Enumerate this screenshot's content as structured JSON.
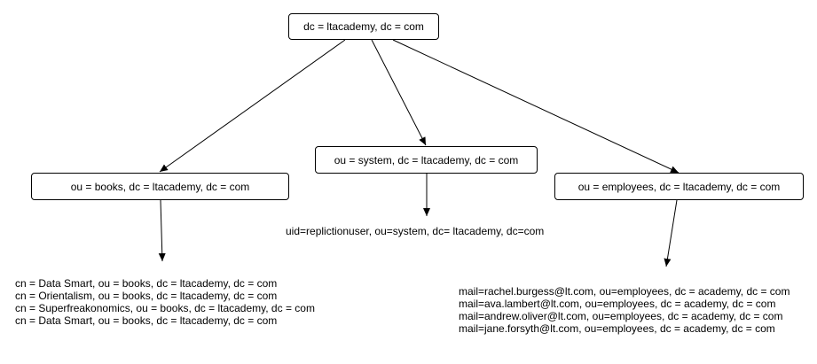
{
  "nodes": {
    "root": "dc = ltacademy, dc = com",
    "books": "ou = books, dc = ltacademy, dc = com",
    "system": "ou = system, dc = ltacademy, dc = com",
    "employees": "ou = employees, dc = ltacademy, dc = com"
  },
  "system_entry": "uid=replictionuser, ou=system, dc= ltacademy, dc=com",
  "book_entries": [
    "cn = Data Smart, ou = books, dc = ltacademy, dc = com",
    "cn = Orientalism, ou = books, dc = ltacademy, dc = com",
    "cn = Superfreakonomics, ou = books, dc = ltacademy, dc = com",
    "cn = Data Smart, ou = books, dc = ltacademy, dc = com"
  ],
  "employee_entries": [
    "mail=rachel.burgess@lt.com, ou=employees, dc = academy, dc = com",
    "mail=ava.lambert@lt.com, ou=employees, dc = academy, dc = com",
    "mail=andrew.oliver@lt.com, ou=employees, dc = academy, dc = com",
    "mail=jane.forsyth@lt.com, ou=employees, dc = academy, dc = com"
  ],
  "colors": {
    "stroke": "#000000",
    "background": "#ffffff"
  }
}
